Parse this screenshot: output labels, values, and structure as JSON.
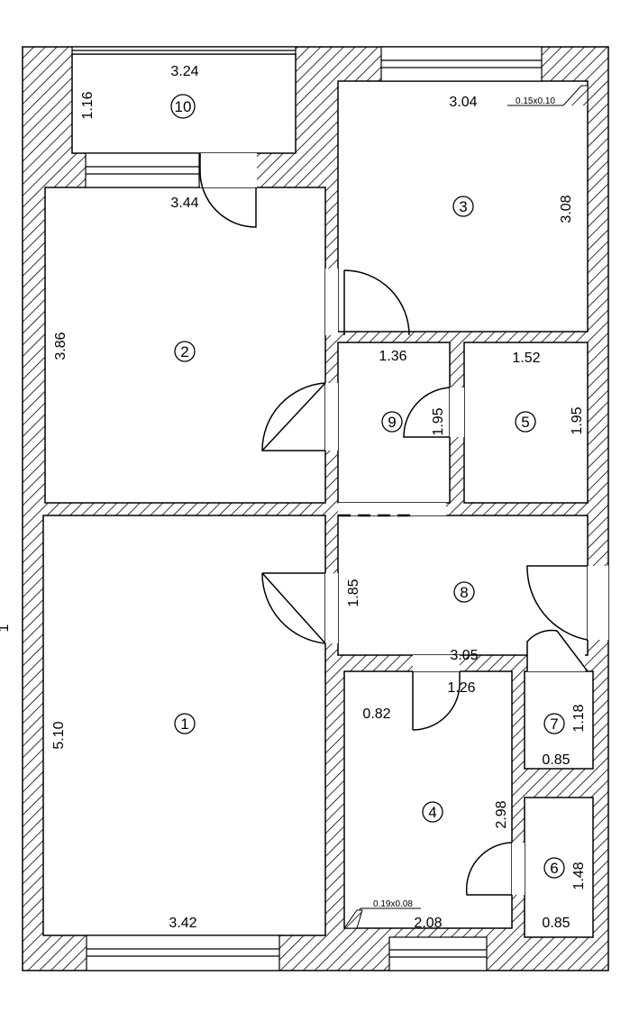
{
  "sheet_label": "1",
  "rooms": [
    {
      "number": "1",
      "dims": [
        "5.10",
        "3.42"
      ]
    },
    {
      "number": "2",
      "dims": [
        "3.86",
        "3.44"
      ]
    },
    {
      "number": "3",
      "dims": [
        "3.04",
        "3.08"
      ]
    },
    {
      "number": "4",
      "dims": [
        "0.82",
        "2.08",
        "2.98"
      ]
    },
    {
      "number": "5",
      "dims": [
        "1.52",
        "1.95"
      ]
    },
    {
      "number": "6",
      "dims": [
        "1.48",
        "0.85"
      ]
    },
    {
      "number": "7",
      "dims": [
        "1.18",
        "0.85"
      ]
    },
    {
      "number": "8",
      "dims": [
        "1.85",
        "3.05",
        "1.26"
      ]
    },
    {
      "number": "9",
      "dims": [
        "1.36",
        "1.95"
      ]
    },
    {
      "number": "10",
      "dims": [
        "3.24",
        "1.16"
      ]
    }
  ],
  "notes": {
    "duct_room3": "0.15x0.10",
    "duct_room4": "0.19x0.08"
  },
  "colors": {
    "line": "#000000",
    "background": "#ffffff"
  }
}
